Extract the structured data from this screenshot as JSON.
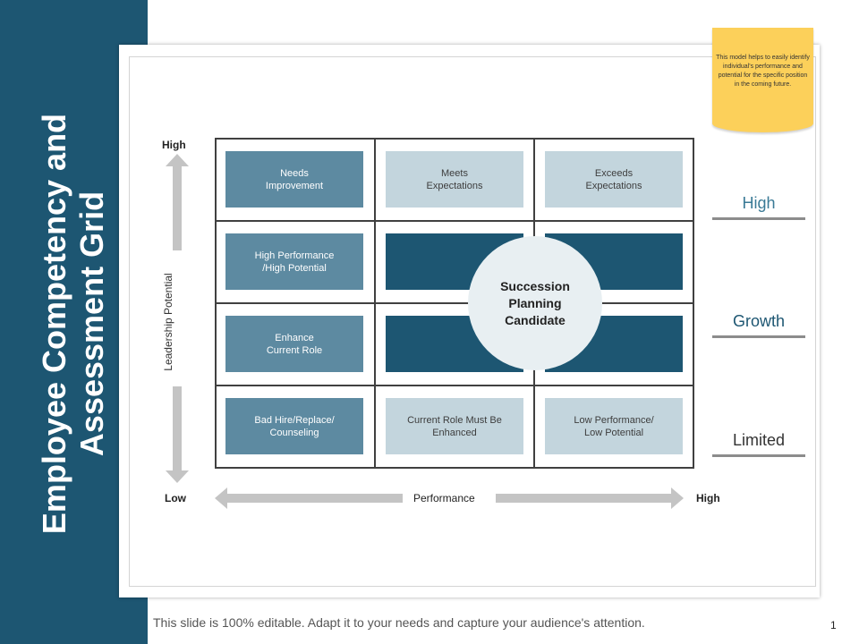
{
  "title": "Employee Competency and Assessment Grid",
  "note": "This model helps to easily identify individual's performance and potential for the specific position in the coming future.",
  "axes": {
    "y_label": "Leadership Potential",
    "y_high": "High",
    "x_label": "Performance",
    "x_low": "Low",
    "x_high": "High"
  },
  "grid": {
    "row1": [
      "Needs\nImprovement",
      "Meets\nExpectations",
      "Exceeds\nExpectations"
    ],
    "row2": [
      "High Performance\n/High Potential"
    ],
    "row3": [
      "Enhance\nCurrent Role"
    ],
    "row4": [
      "Bad Hire/Replace/\nCounseling",
      "Current Role Must Be\nEnhanced",
      "Low Performance/\nLow Potential"
    ],
    "center": "Succession\nPlanning\nCandidate"
  },
  "side_levels": [
    "High",
    "Growth",
    "Limited"
  ],
  "footer": "This slide is 100% editable. Adapt it to your needs and capture your audience's attention.",
  "page_number": "1",
  "colors": {
    "navy": "#1d5672",
    "steel": "#5d8aa1",
    "pale": "#c3d5dd",
    "note": "#fcd05a"
  }
}
